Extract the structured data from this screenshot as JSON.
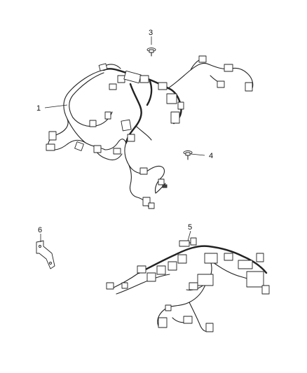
{
  "callouts": {
    "c1": "1",
    "c3": "3",
    "c4": "4",
    "c5": "5",
    "c6": "6"
  },
  "parts": [
    {
      "callout": "1",
      "icon": "engine-wiring-harness-icon"
    },
    {
      "callout": "3",
      "icon": "screw-icon"
    },
    {
      "callout": "4",
      "icon": "screw-icon"
    },
    {
      "callout": "5",
      "icon": "injector-wiring-harness-icon"
    },
    {
      "callout": "6",
      "icon": "bracket-icon"
    }
  ],
  "colors": {
    "line": "#222222",
    "background": "#ffffff"
  }
}
